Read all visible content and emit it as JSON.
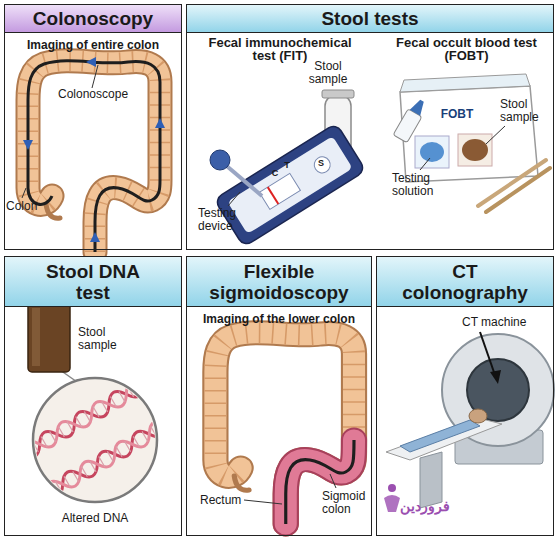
{
  "diagram": {
    "nodes": [
      {
        "text": [
          "Colonoscopy",
          "Imaging of entire colon"
        ]
      },
      {
        "text": [
          "Stool tests"
        ]
      },
      {
        "text": [
          "Stool DNA test"
        ]
      },
      {
        "text": [
          "Flexible sigmoidoscopy",
          "Imaging of the lower colon"
        ]
      },
      {
        "text": [
          "CT colonography"
        ]
      }
    ],
    "labels": [
      "Colonoscope",
      "Colon",
      "Fecal immunochemical test (FIT)",
      "Stool sample",
      "C",
      "T",
      "S",
      "Testing device",
      "Fecal occult blood test (FOBT)",
      "FOBT",
      "Testing solution",
      "Stool sample",
      "Stool sample",
      "Altered DNA",
      "Rectum",
      "Sigmoid colon",
      "CT machine",
      "فروردین"
    ]
  }
}
